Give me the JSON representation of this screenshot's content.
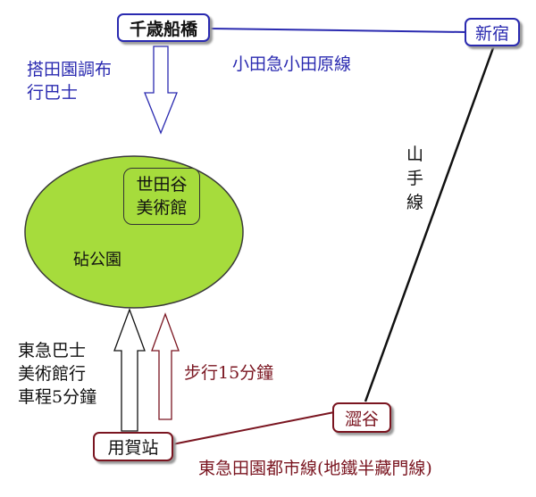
{
  "nodes": {
    "chitose_funabashi": "千歳船橋",
    "shinjuku": "新宿",
    "shibuya": "澀谷",
    "yoga": "用賀站",
    "museum": "世田谷\n美術館",
    "park": "砧公園"
  },
  "lines": {
    "odakyu": "小田急小田原線",
    "yamanote": "山\n手\n線",
    "denentoshi": "東急田園都市線(地鐵半藏門線)"
  },
  "routes": {
    "bus_from_chitose": "搭田園調布\n行巴士",
    "bus_from_yoga": "東急巴士\n美術館行\n車程5分鐘",
    "walk_from_yoga": "步行15分鐘"
  },
  "colors": {
    "blue": "#2a2ab0",
    "dark_red": "#7a1520",
    "park_fill": "#a6dc3c",
    "line_black": "#111111"
  }
}
